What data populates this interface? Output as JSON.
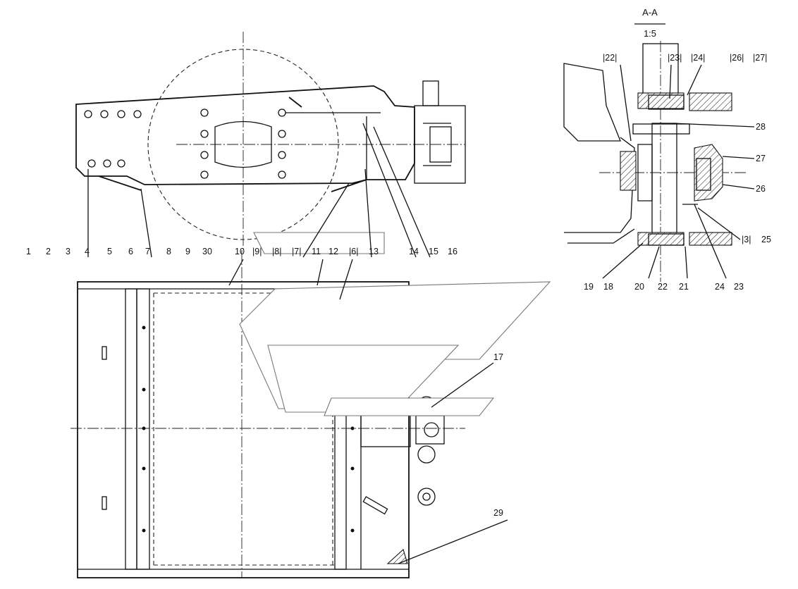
{
  "section_title": "A-A",
  "section_scale": "1:5",
  "part_labels": {
    "p1": "1",
    "p2": "2",
    "p3": "3",
    "p4": "4",
    "p5": "5",
    "p6": "6",
    "p7": "7",
    "p8": "8",
    "p9": "9",
    "p30": "30",
    "p10": "10",
    "p9b": "|9|",
    "p8b": "|8|",
    "p7b": "|7|",
    "p11": "11",
    "p12": "12",
    "p6b": "|6|",
    "p13": "13",
    "p14": "14",
    "p15": "15",
    "p16": "16",
    "p17": "17",
    "p29": "29",
    "s22b": "|22|",
    "s23b": "|23|",
    "s24b": "|24|",
    "s26b": "|26|",
    "s27b": "|27|",
    "s28": "28",
    "s27": "27",
    "s26": "26",
    "s3b": "|3|",
    "s25": "25",
    "s19": "19",
    "s18": "18",
    "s20": "20",
    "s22": "22",
    "s21": "21",
    "s24": "24",
    "s23": "23"
  }
}
